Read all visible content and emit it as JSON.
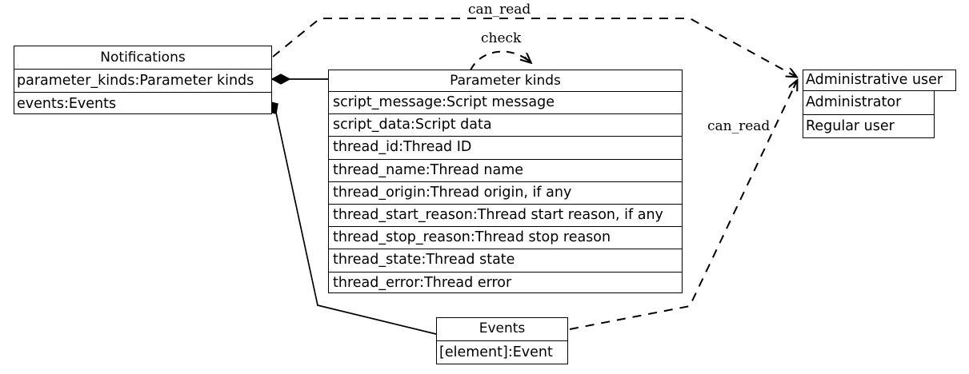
{
  "diagram": {
    "type": "uml-class-diagram",
    "background": "#ffffff",
    "line_color": "#000000",
    "classes": [
      {
        "id": "notifications",
        "title": "Notifications",
        "rows": [
          "parameter_kinds:Parameter kinds",
          "events:Events"
        ]
      },
      {
        "id": "parameter_kinds",
        "title": "Parameter kinds",
        "rows": [
          "script_message:Script message",
          "script_data:Script data",
          "thread_id:Thread ID",
          "thread_name:Thread name",
          "thread_origin:Thread origin, if any",
          "thread_start_reason:Thread start reason, if any",
          "thread_stop_reason:Thread stop reason",
          "thread_state:Thread state",
          "thread_error:Thread error"
        ]
      },
      {
        "id": "administrative_user",
        "title": "Administrative user",
        "rows": [
          "Administrator",
          "Regular user"
        ]
      },
      {
        "id": "events",
        "title": "Events",
        "rows": [
          "[element]:Event"
        ]
      }
    ],
    "edges": [
      {
        "id": "notifications-parameter-kinds",
        "style": "solid",
        "from": "notifications",
        "to": "parameter_kinds",
        "source_decoration": "filled-diamond",
        "label": ""
      },
      {
        "id": "notifications-events",
        "style": "solid",
        "from": "notifications",
        "to": "events",
        "source_decoration": "filled-diamond",
        "label": ""
      },
      {
        "id": "notifications-admin-can-read",
        "style": "dashed",
        "from": "notifications",
        "to": "administrative_user",
        "target_decoration": "open-arrow",
        "label": "can_read"
      },
      {
        "id": "events-admin-can-read",
        "style": "dashed",
        "from": "events",
        "to": "administrative_user",
        "target_decoration": "open-arrow",
        "label": "can_read"
      },
      {
        "id": "check-arc",
        "style": "dashed",
        "from": "",
        "to": "parameter_kinds",
        "target_decoration": "open-arrow",
        "label": "check"
      }
    ]
  }
}
